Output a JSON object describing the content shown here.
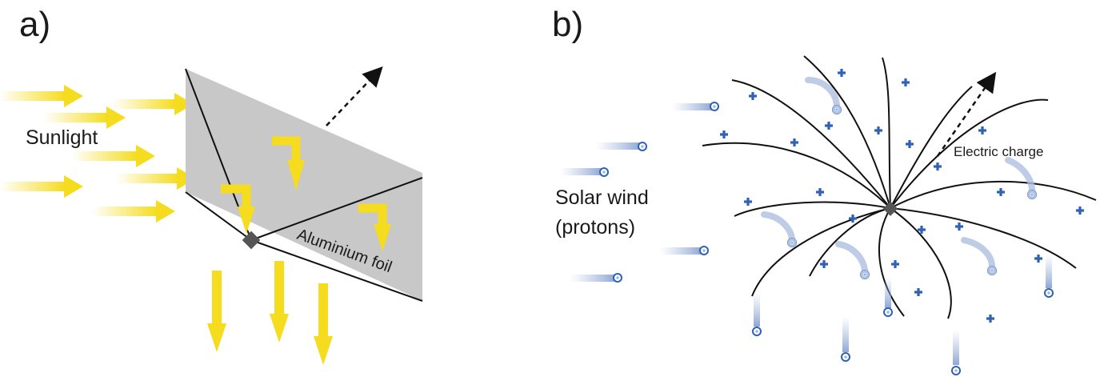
{
  "panel_a": {
    "tag": "a)",
    "sunlight_label": "Sunlight",
    "foil_label": "Aluminium foil"
  },
  "panel_b": {
    "tag": "b)",
    "solar_wind_label_1": "Solar wind",
    "solar_wind_label_2": "(protons)",
    "electric_charge_label": "Electric charge"
  },
  "colors": {
    "sunlight": "#f5dc1e",
    "sail": "#c8c8c8",
    "proton": "#2e62b8",
    "proton_trail": "#aebfe0",
    "wire": "#111111"
  },
  "icons": [
    "sunlight-arrow",
    "reflected-light-arrow",
    "proton",
    "plus-charge",
    "motion-arrow"
  ]
}
